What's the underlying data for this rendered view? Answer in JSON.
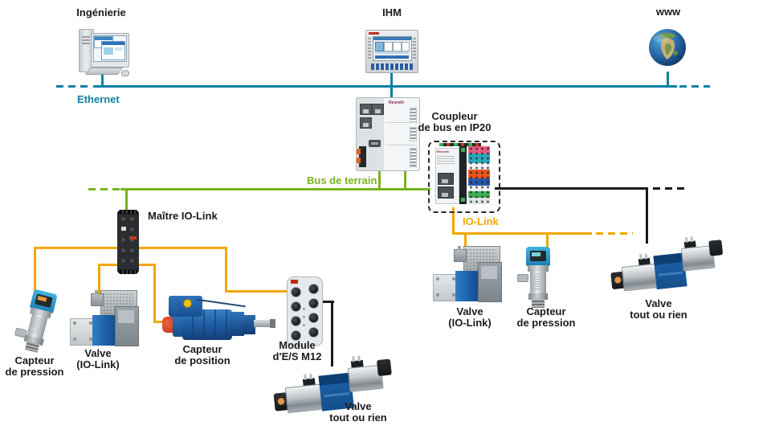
{
  "colors": {
    "ethernet_line": "#0d81a4",
    "fieldbus_line": "#79b31e",
    "iolink_line": "#f3a600",
    "hardwired_line": "#1a1a1a",
    "label_text": "#1b1b1b"
  },
  "top_nodes": {
    "engineering": {
      "label": "Ingénierie"
    },
    "hmi": {
      "label": "IHM"
    },
    "www": {
      "label": "www"
    }
  },
  "buses": {
    "ethernet_label": "Ethernet",
    "fieldbus_label": "Bus de terrain",
    "iolink_label": "IO-Link"
  },
  "devices": {
    "plc": {
      "brand": "Rexroth"
    },
    "bus_coupler": {
      "label": [
        "Coupleur",
        "de bus en IP20"
      ],
      "brand": "Rexroth"
    },
    "iolink_master": {
      "label": "Maître IO-Link"
    },
    "pressure_sensor_left": {
      "label": [
        "Capteur",
        "de pression"
      ]
    },
    "valve_iolink_left": {
      "label": [
        "Valve",
        "(IO-Link)"
      ]
    },
    "position_sensor": {
      "label": [
        "Capteur",
        "de position"
      ]
    },
    "io_module": {
      "label": [
        "Module",
        "d'E/S M12"
      ]
    },
    "valve_onoff_center": {
      "label": [
        "Valve",
        "tout ou rien"
      ]
    },
    "valve_iolink_right": {
      "label": [
        "Valve",
        "(IO-Link)"
      ]
    },
    "pressure_sensor_right": {
      "label": [
        "Capteur",
        "de pression"
      ]
    },
    "valve_onoff_right": {
      "label": [
        "Valve",
        "tout ou rien"
      ]
    }
  }
}
